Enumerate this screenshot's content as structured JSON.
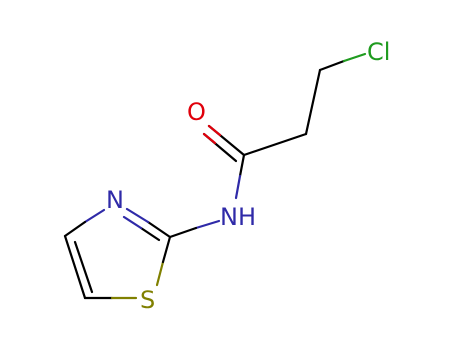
{
  "molecule": {
    "atoms": {
      "O": {
        "text": "O",
        "color": "#e0000b"
      },
      "N_amide": {
        "text": "NH",
        "color": "#2f2aa8"
      },
      "N_ring": {
        "text": "N",
        "color": "#2f2aa8"
      },
      "S": {
        "text": "S",
        "color": "#808000"
      },
      "Cl": {
        "text": "Cl",
        "color": "#1f9b1f"
      }
    },
    "colors": {
      "bond": "#000000",
      "nitrogen": "#2f2aa8",
      "oxygen": "#e0000b",
      "sulfur": "#808000",
      "chlorine": "#1f9b1f"
    }
  }
}
